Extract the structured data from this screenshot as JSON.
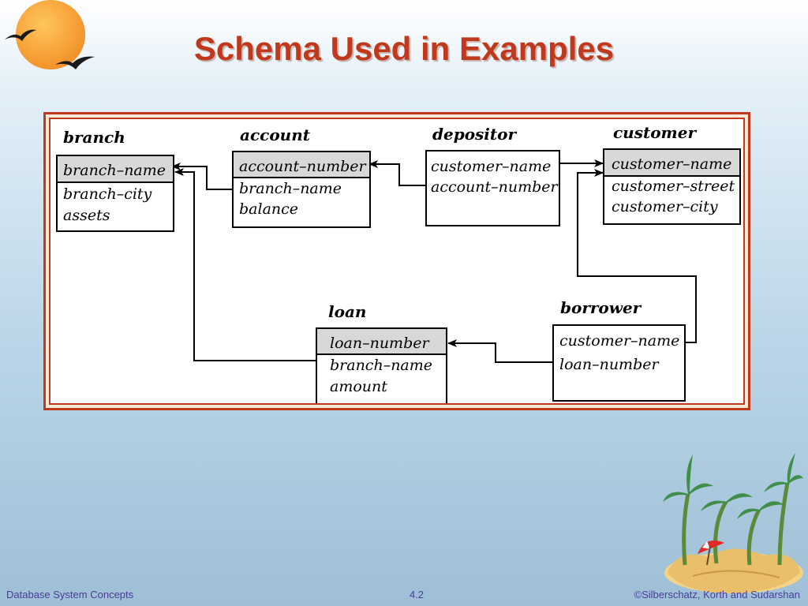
{
  "slide": {
    "title": "Schema Used in Examples"
  },
  "footer": {
    "left": "Database System Concepts",
    "center": "4.2",
    "right": "©Silberschatz, Korth and Sudarshan"
  },
  "colors": {
    "title": "#c0391c",
    "frame": "#c0391c",
    "key_fill": "#d8d8d8",
    "footer_text": "#4a3c9a"
  },
  "tables": {
    "branch": {
      "name": "branch",
      "key": "branch–name",
      "attrs": [
        "branch–city",
        "assets"
      ]
    },
    "account": {
      "name": "account",
      "key": "account–number",
      "attrs": [
        "branch–name",
        "balance"
      ]
    },
    "depositor": {
      "name": "depositor",
      "attrs": [
        "customer–name",
        "account–number"
      ]
    },
    "customer": {
      "name": "customer",
      "key": "customer–name",
      "attrs": [
        "customer–street",
        "customer–city"
      ]
    },
    "loan": {
      "name": "loan",
      "key": "loan–number",
      "attrs": [
        "branch–name",
        "amount"
      ]
    },
    "borrower": {
      "name": "borrower",
      "attrs": [
        "customer–name",
        "loan–number"
      ]
    }
  },
  "icons": {
    "sun": "sun-with-birds-icon",
    "island": "palm-island-umbrella-icon"
  }
}
